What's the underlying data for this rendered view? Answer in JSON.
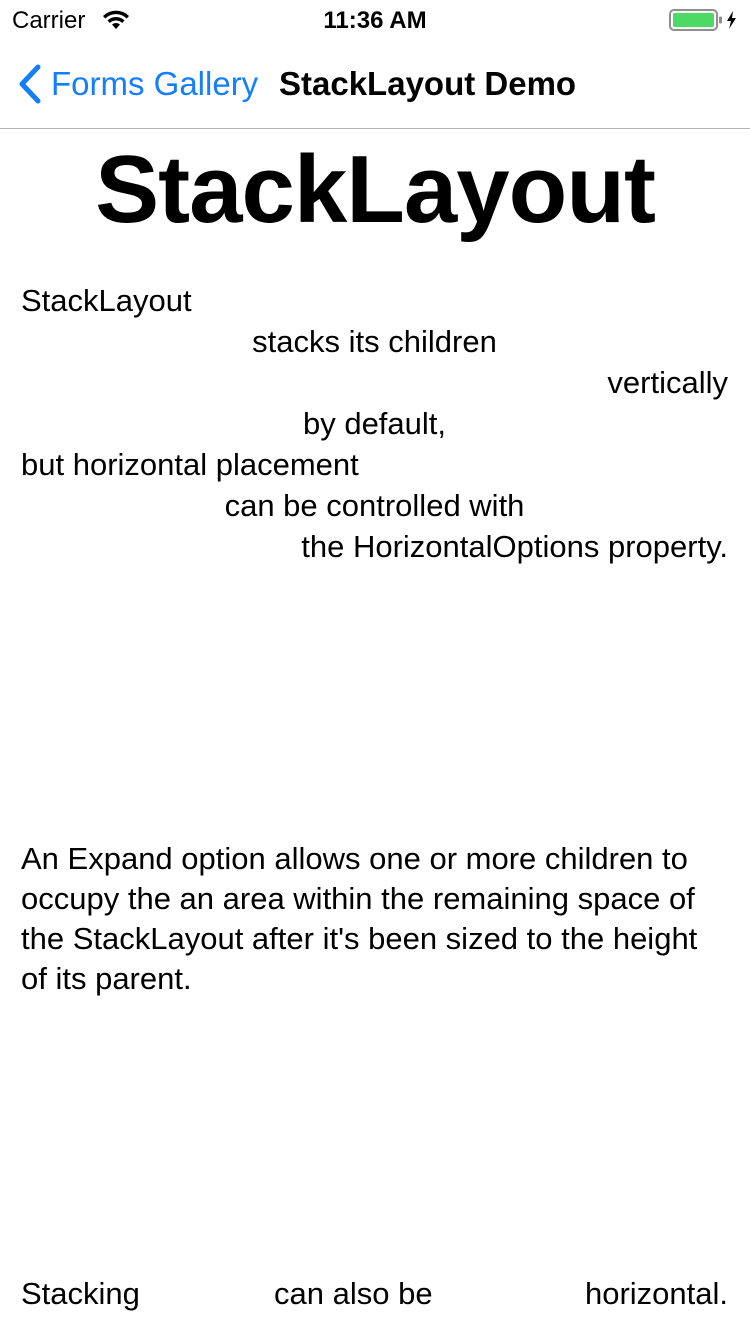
{
  "status_bar": {
    "carrier": "Carrier",
    "time": "11:36 AM",
    "wifi_icon": "wifi-icon",
    "battery_icon": "battery-charging-icon",
    "battery_color": "#4cd964"
  },
  "nav_bar": {
    "back_label": "Forms Gallery",
    "back_icon": "chevron-left-icon",
    "title": "StackLayout Demo",
    "accent_color": "#147efb"
  },
  "content": {
    "heading": "StackLayout",
    "stack_lines": [
      {
        "text": "StackLayout",
        "align": "start"
      },
      {
        "text": "stacks its children",
        "align": "center"
      },
      {
        "text": "vertically",
        "align": "end"
      },
      {
        "text": "by default,",
        "align": "center"
      },
      {
        "text": "but horizontal placement",
        "align": "start"
      },
      {
        "text": "can be controlled with",
        "align": "center"
      },
      {
        "text": "the HorizontalOptions property.",
        "align": "end"
      }
    ],
    "expand_text": "An Expand option allows one or more children to occupy the an area within the remaining space of the StackLayout after it's been sized to the height of its parent.",
    "horizontal_items": [
      "Stacking",
      "can also be",
      "horizontal."
    ]
  }
}
